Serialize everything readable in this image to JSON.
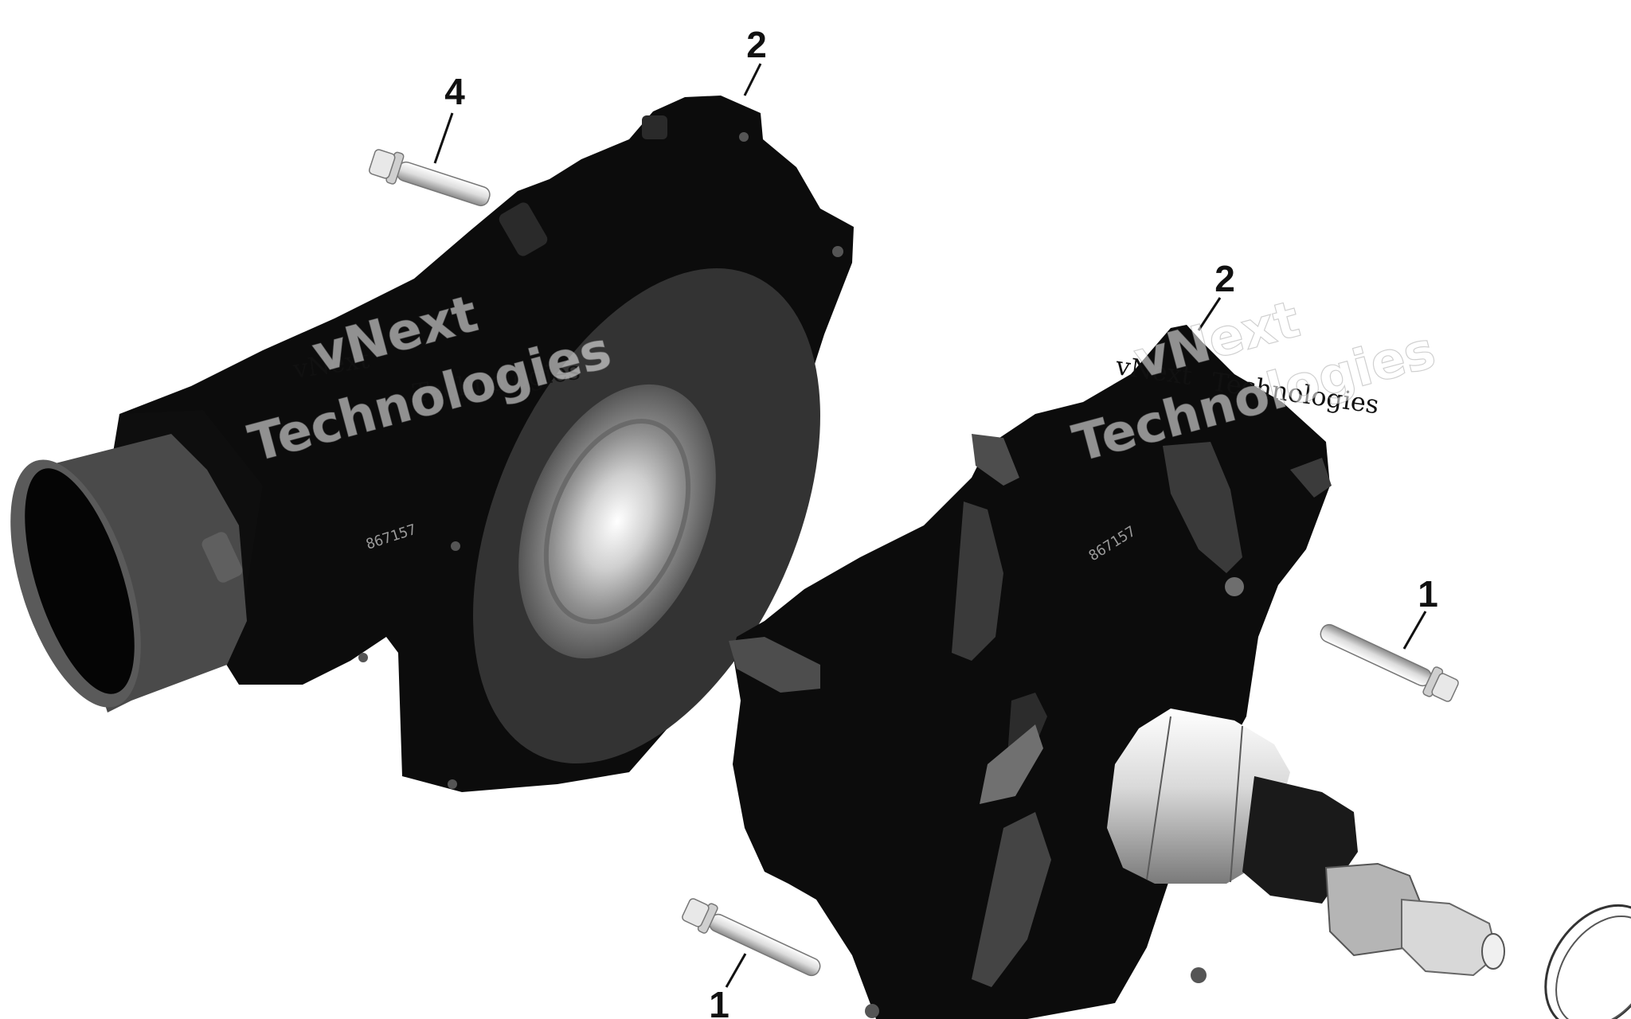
{
  "callouts": {
    "a": "2",
    "b": "4",
    "c": "2",
    "d": "1",
    "e": "1"
  },
  "watermarks": {
    "left_line1": "vNext",
    "left_line2": "Technologies",
    "right_line1": "vNext",
    "right_line2": "Technologies",
    "left_serif_a": "vNext",
    "left_serif_b": "Technologies",
    "right_serif_a": "vNext",
    "right_serif_b": "Technologies"
  },
  "part_stamps": {
    "left": "867157",
    "right": "867157"
  },
  "colors": {
    "background": "#ffffff",
    "part_body": "#0c0c0c",
    "part_face": "#333333",
    "metal_light": "#e6e6e6",
    "metal_mid": "#9b9b9b",
    "line": "#111111"
  }
}
